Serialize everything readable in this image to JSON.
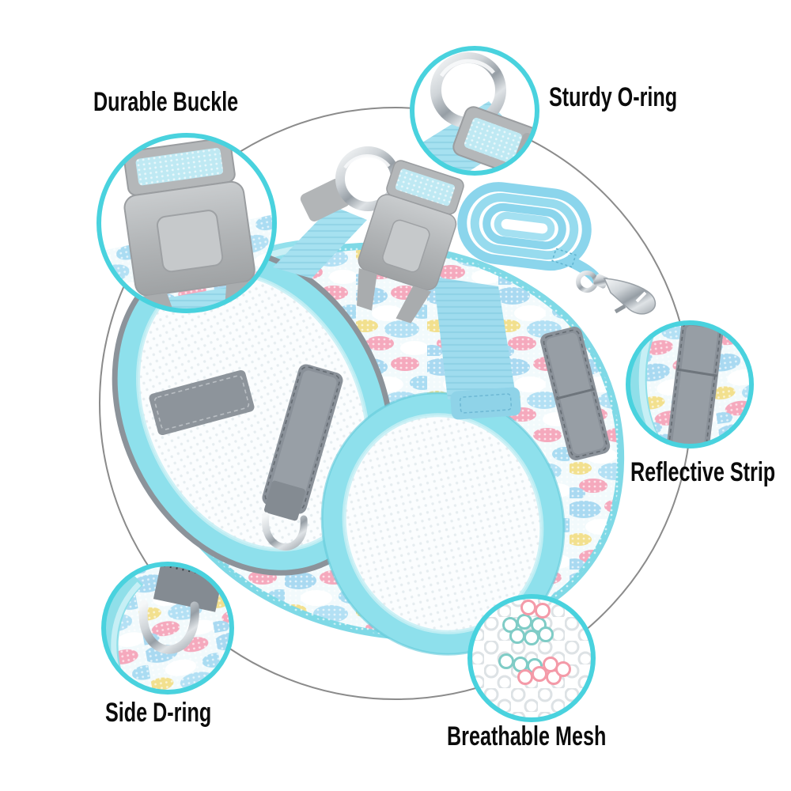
{
  "diagram": {
    "type": "product-feature-callouts",
    "subject": "pet harness and leash set"
  },
  "features": [
    {
      "id": "durable-buckle",
      "label": "Durable Buckle",
      "callout": "buckle-closeup"
    },
    {
      "id": "sturdy-o-ring",
      "label": "Sturdy O-ring",
      "callout": "oring-closeup"
    },
    {
      "id": "reflective-strip",
      "label": "Reflective Strip",
      "callout": "strip-closeup"
    },
    {
      "id": "side-d-ring",
      "label": "Side D-ring",
      "callout": "dring-closeup"
    },
    {
      "id": "breathable-mesh",
      "label": "Breathable Mesh",
      "callout": "mesh-closeup"
    }
  ],
  "colors": {
    "background": "#ffffff",
    "label_text": "#0b0b0b",
    "callout_ring": "#49d2de",
    "diagram_circle": "#8b8b8b",
    "harness_trim_aqua": "#8ee0ec",
    "webbing_blue": "#a6e1f0",
    "leash_blue": "#8bd5ec",
    "reflective_gray": "#8a9199",
    "buckle_gray": "#b4b7b9",
    "metal_silver": "#cfd4d8",
    "camo_pink": "#f5a9bd",
    "camo_blue": "#a9d9f1",
    "camo_yellow": "#f2e08e",
    "mesh_white": "#fbfdfe",
    "mesh_accent_teal": "#7fccc6",
    "mesh_accent_pink": "#f49aa8"
  }
}
